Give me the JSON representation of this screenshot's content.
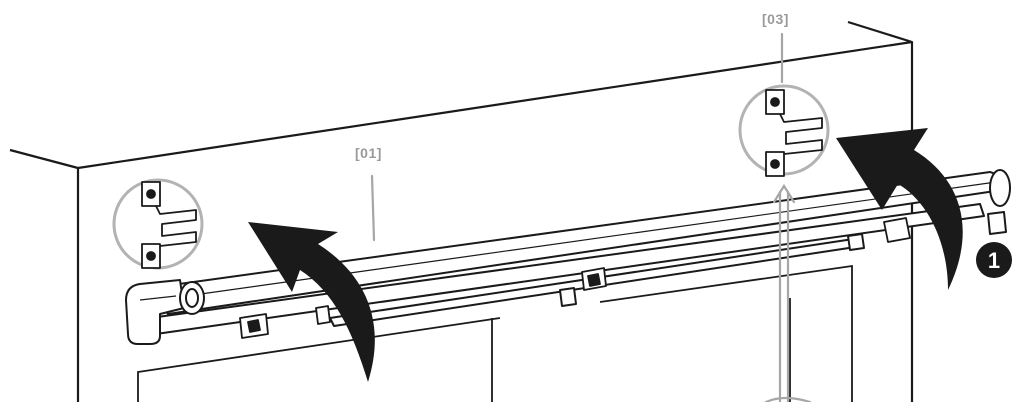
{
  "labels": {
    "rail_callout": "[01]",
    "bracket_callout": "[03]",
    "step_number": "1"
  },
  "colors": {
    "line": "#1a1a1a",
    "callout_gray": "#a6a6a6",
    "arrow_fill": "#1a1a1a",
    "background": "#ffffff"
  }
}
